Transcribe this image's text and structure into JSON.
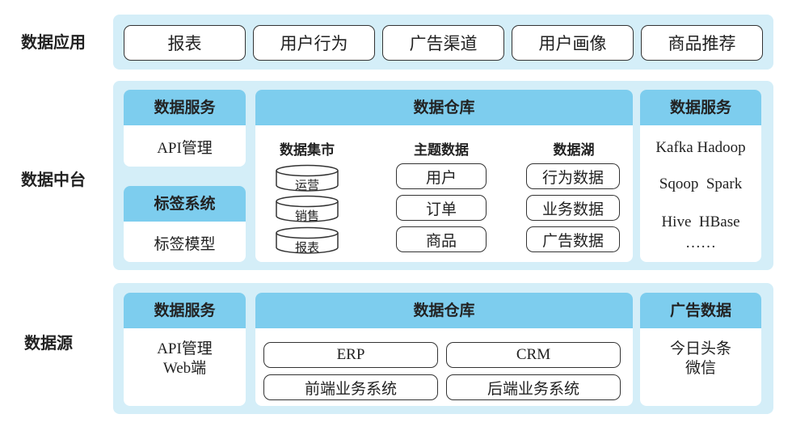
{
  "rows": {
    "app_label": "数据应用",
    "platform_label": "数据中台",
    "source_label": "数据源"
  },
  "app_layer": {
    "items": [
      "报表",
      "用户行为",
      "广告渠道",
      "用户画像",
      "商品推荐"
    ]
  },
  "platform": {
    "left": {
      "service_title": "数据服务",
      "service_item": "API管理",
      "tag_title": "标签系统",
      "tag_item": "标签模型"
    },
    "warehouse": {
      "title": "数据仓库",
      "mart": {
        "title": "数据集市",
        "items": [
          "运营",
          "销售",
          "报表"
        ]
      },
      "topic": {
        "title": "主题数据",
        "items": [
          "用户",
          "订单",
          "商品"
        ]
      },
      "lake": {
        "title": "数据湖",
        "items": [
          "行为数据",
          "业务数据",
          "广告数据"
        ]
      }
    },
    "right": {
      "title": "数据服务",
      "lines": [
        "Kafka Hadoop",
        "Sqoop  Spark",
        "Hive  HBase",
        "……"
      ]
    }
  },
  "source": {
    "left": {
      "title": "数据服务",
      "line1": "API管理",
      "line2": "Web端"
    },
    "warehouse": {
      "title": "数据仓库",
      "items": [
        "ERP",
        "CRM",
        "前端业务系统",
        "后端业务系统"
      ]
    },
    "right": {
      "title": "广告数据",
      "line1": "今日头条",
      "line2": "微信"
    }
  },
  "colors": {
    "band": "#d4eef8",
    "header": "#7dcdee",
    "panel": "#ffffff"
  }
}
